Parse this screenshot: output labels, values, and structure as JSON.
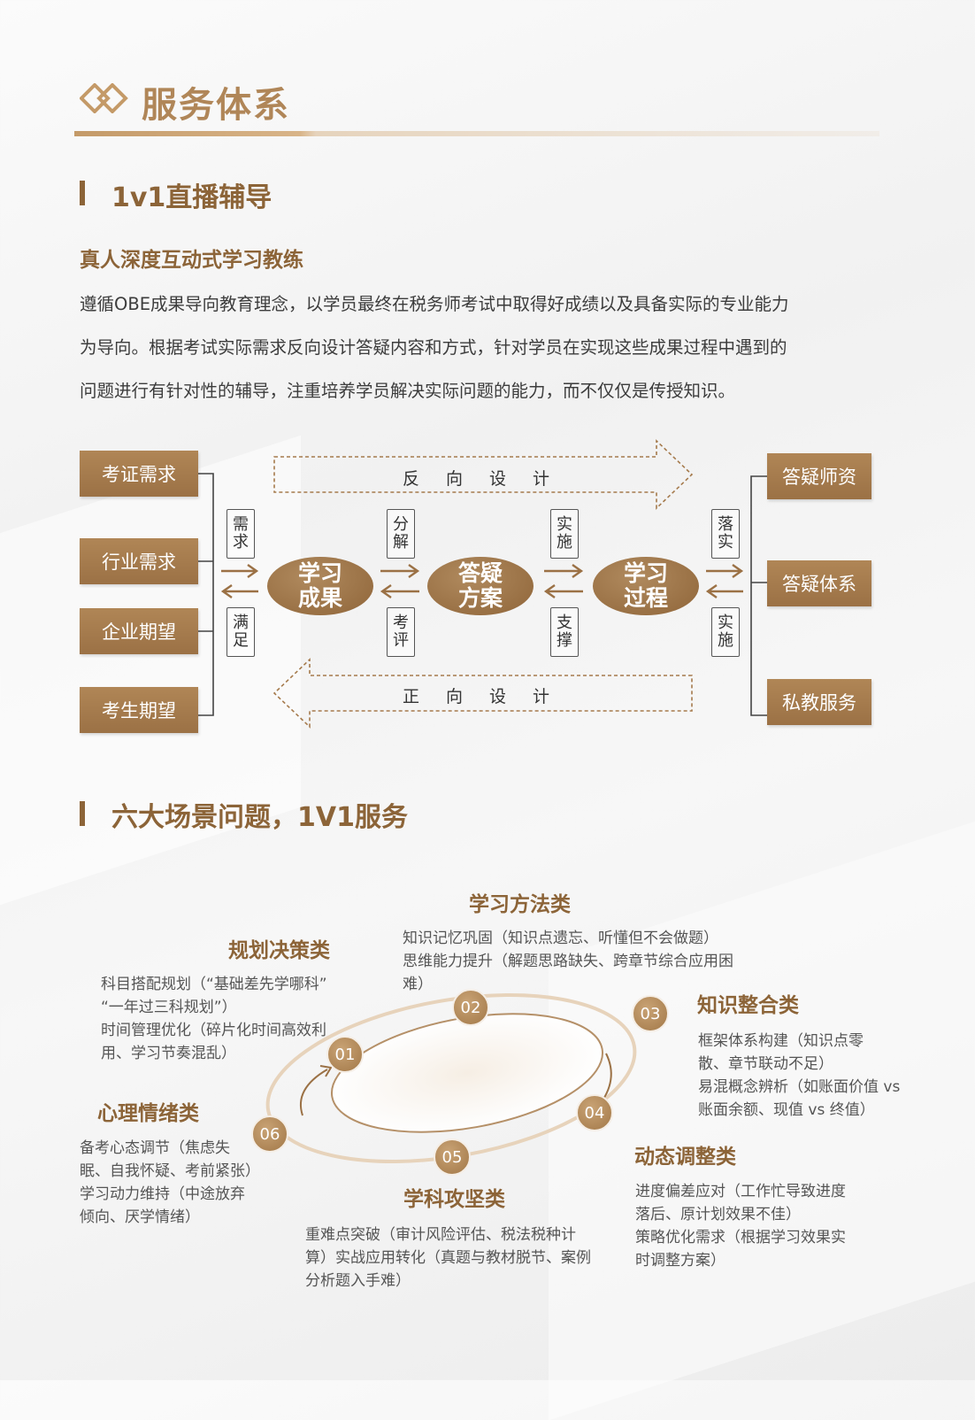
{
  "header": {
    "title": "服务体系"
  },
  "section1": {
    "title": "1v1直播辅导",
    "subtitle": "真人深度互动式学习教练",
    "paragraph_lines": [
      "遵循OBE成果导向教育理念，以学员最终在税务师考试中取得好成绩以及具备实际的专业能力",
      "为导向。根据考试实际需求反向设计答疑内容和方式，针对学员在实现这些成果过程中遇到的",
      "问题进行有针对性的辅导，注重培养学员解决实际问题的能力，而不仅仅是传授知识。"
    ]
  },
  "diagram": {
    "left_boxes": [
      "考证需求",
      "行业需求",
      "企业期望",
      "考生期望"
    ],
    "right_boxes": [
      "答疑师资",
      "答疑体系",
      "私教服务"
    ],
    "top_arrow": "反向设计",
    "bottom_arrow": "正向设计",
    "ovals": [
      {
        "line1": "学习",
        "line2": "成果"
      },
      {
        "line1": "答疑",
        "line2": "方案"
      },
      {
        "line1": "学习",
        "line2": "过程"
      }
    ],
    "upper_labels": [
      {
        "c1": "需",
        "c2": "求"
      },
      {
        "c1": "分",
        "c2": "解"
      },
      {
        "c1": "实",
        "c2": "施"
      },
      {
        "c1": "落",
        "c2": "实"
      }
    ],
    "lower_labels": [
      {
        "c1": "满",
        "c2": "足"
      },
      {
        "c1": "考",
        "c2": "评"
      },
      {
        "c1": "支",
        "c2": "撑"
      },
      {
        "c1": "实",
        "c2": "施"
      }
    ]
  },
  "section2": {
    "title": "六大场景问题，1V1服务",
    "categories": [
      {
        "num": "01",
        "title": "规划决策类",
        "lines": [
          "科目搭配规划（“基础差先学哪科”",
          "“一年过三科规划”）",
          "时间管理优化（碎片化时间高效利",
          "用、学习节奏混乱）"
        ]
      },
      {
        "num": "02",
        "title": "学习方法类",
        "lines": [
          "知识记忆巩固（知识点遗忘、听懂但不会做题）",
          "思维能力提升（解题思路缺失、跨章节综合应用困",
          "难）"
        ]
      },
      {
        "num": "03",
        "title": "知识整合类",
        "lines": [
          "框架体系构建（知识点零",
          "散、章节联动不足）",
          "易混概念辨析（如账面价值 vs",
          "账面余额、现值 vs 终值）"
        ]
      },
      {
        "num": "04",
        "title": "动态调整类",
        "lines": [
          "进度偏差应对（工作忙导致进度",
          "落后、原计划效果不佳）",
          "策略优化需求（根据学习效果实",
          "时调整方案）"
        ]
      },
      {
        "num": "05",
        "title": "学科攻坚类",
        "lines": [
          "重难点突破（审计风险评估、税法税种计",
          "算）实战应用转化（真题与教材脱节、案例",
          "分析题入手难）"
        ]
      },
      {
        "num": "06",
        "title": "心理情绪类",
        "lines": [
          "备考心态调节（焦虑失",
          "眠、自我怀疑、考前紧张）",
          "学习动力维持（中途放弃",
          "倾向、厌学情绪）"
        ]
      }
    ]
  },
  "colors": {
    "accent": "#8c6438",
    "gold": "#b08658",
    "box": "#a57a4c"
  }
}
